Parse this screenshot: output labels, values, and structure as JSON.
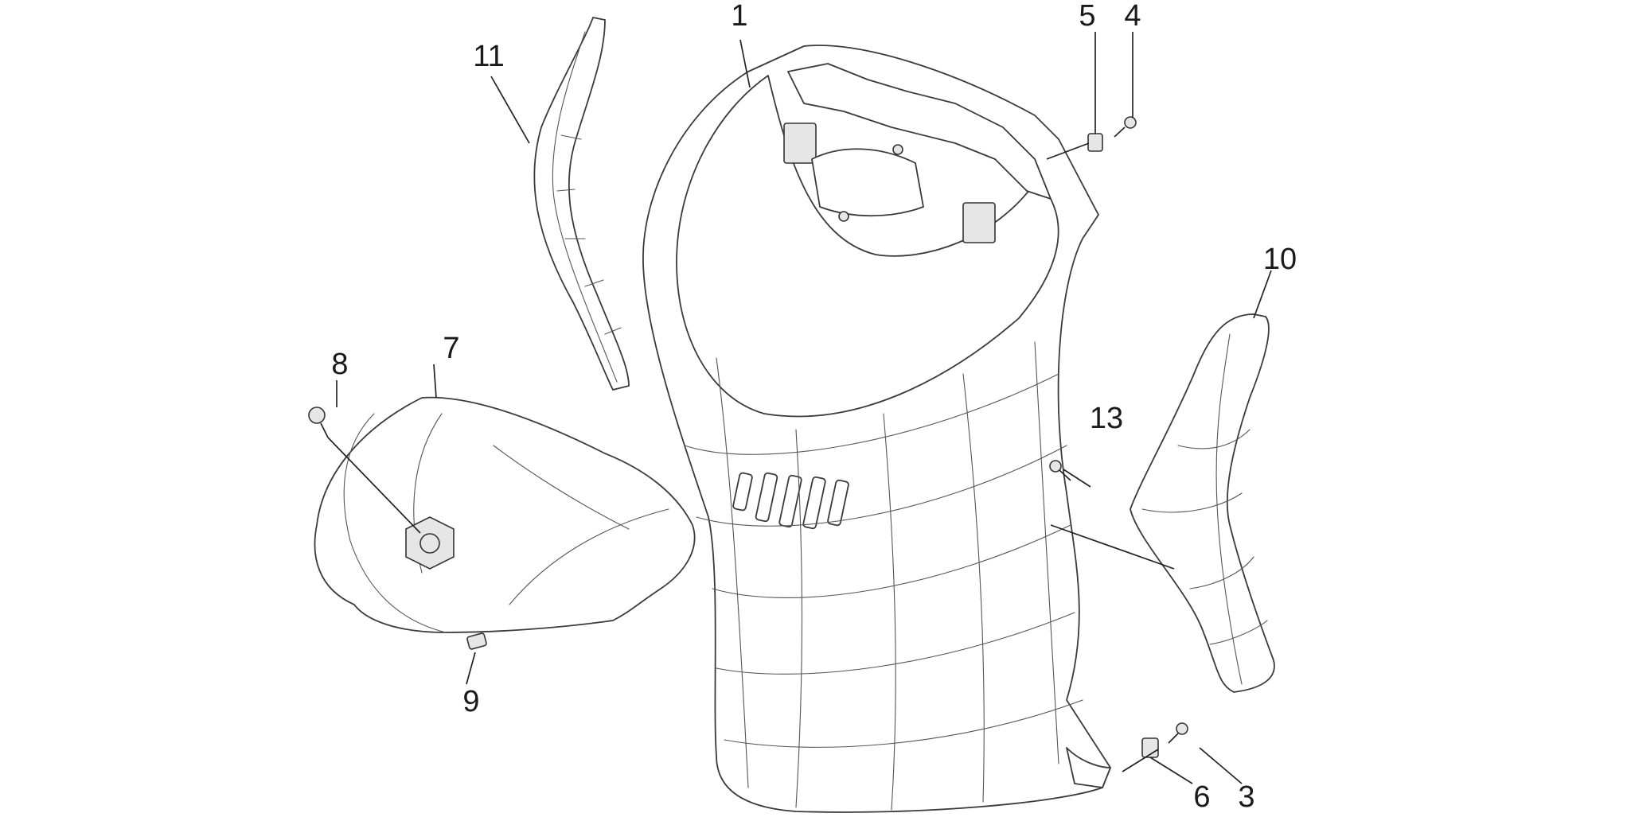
{
  "diagram": {
    "callouts": [
      {
        "id": "1",
        "label": "1"
      },
      {
        "id": "3",
        "label": "3"
      },
      {
        "id": "4",
        "label": "4"
      },
      {
        "id": "5",
        "label": "5"
      },
      {
        "id": "6",
        "label": "6"
      },
      {
        "id": "7",
        "label": "7"
      },
      {
        "id": "8",
        "label": "8"
      },
      {
        "id": "9",
        "label": "9"
      },
      {
        "id": "10",
        "label": "10"
      },
      {
        "id": "11",
        "label": "11"
      },
      {
        "id": "13",
        "label": "13"
      }
    ]
  }
}
